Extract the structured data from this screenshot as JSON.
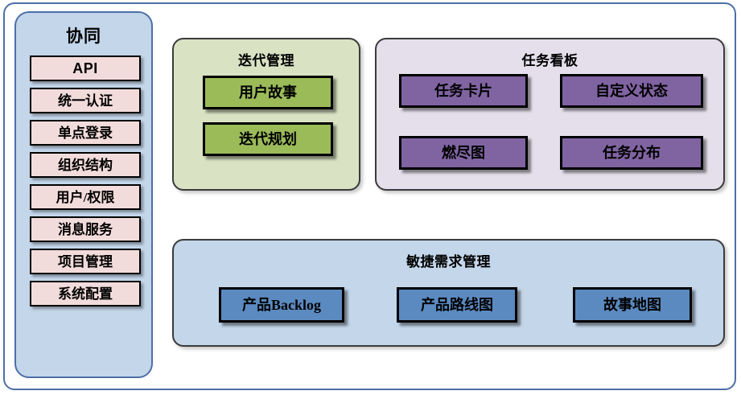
{
  "diagram": {
    "sidebar": {
      "title": "协同",
      "items": [
        {
          "label": "API"
        },
        {
          "label": "统一认证"
        },
        {
          "label": "单点登录"
        },
        {
          "label": "组织结构"
        },
        {
          "label": "用户/权限"
        },
        {
          "label": "消息服务"
        },
        {
          "label": "项目管理"
        },
        {
          "label": "系统配置"
        }
      ]
    },
    "panels": {
      "iteration": {
        "title": "迭代管理",
        "items": [
          {
            "label": "用户故事"
          },
          {
            "label": "迭代规划"
          }
        ]
      },
      "taskboard": {
        "title": "任务看板",
        "items": [
          {
            "label": "任务卡片"
          },
          {
            "label": "自定义状态"
          },
          {
            "label": "燃尽图"
          },
          {
            "label": "任务分布"
          }
        ]
      },
      "agile": {
        "title": "敏捷需求管理",
        "items": [
          {
            "label": "产品Backlog"
          },
          {
            "label": "产品路线图"
          },
          {
            "label": "故事地图"
          }
        ]
      }
    },
    "colors": {
      "frame_border": "#4d6fa8",
      "sidebar_fill": "#c3d6ea",
      "sidebar_item_fill": "#f2dcdb",
      "iteration_fill": "#d9e3c3",
      "iteration_chip": "#9bbb59",
      "taskboard_fill": "#e5dfec",
      "taskboard_chip": "#8064a2",
      "agile_fill": "#c3d6ea",
      "agile_chip": "#5b8ac0",
      "chip_border": "#000000"
    }
  }
}
